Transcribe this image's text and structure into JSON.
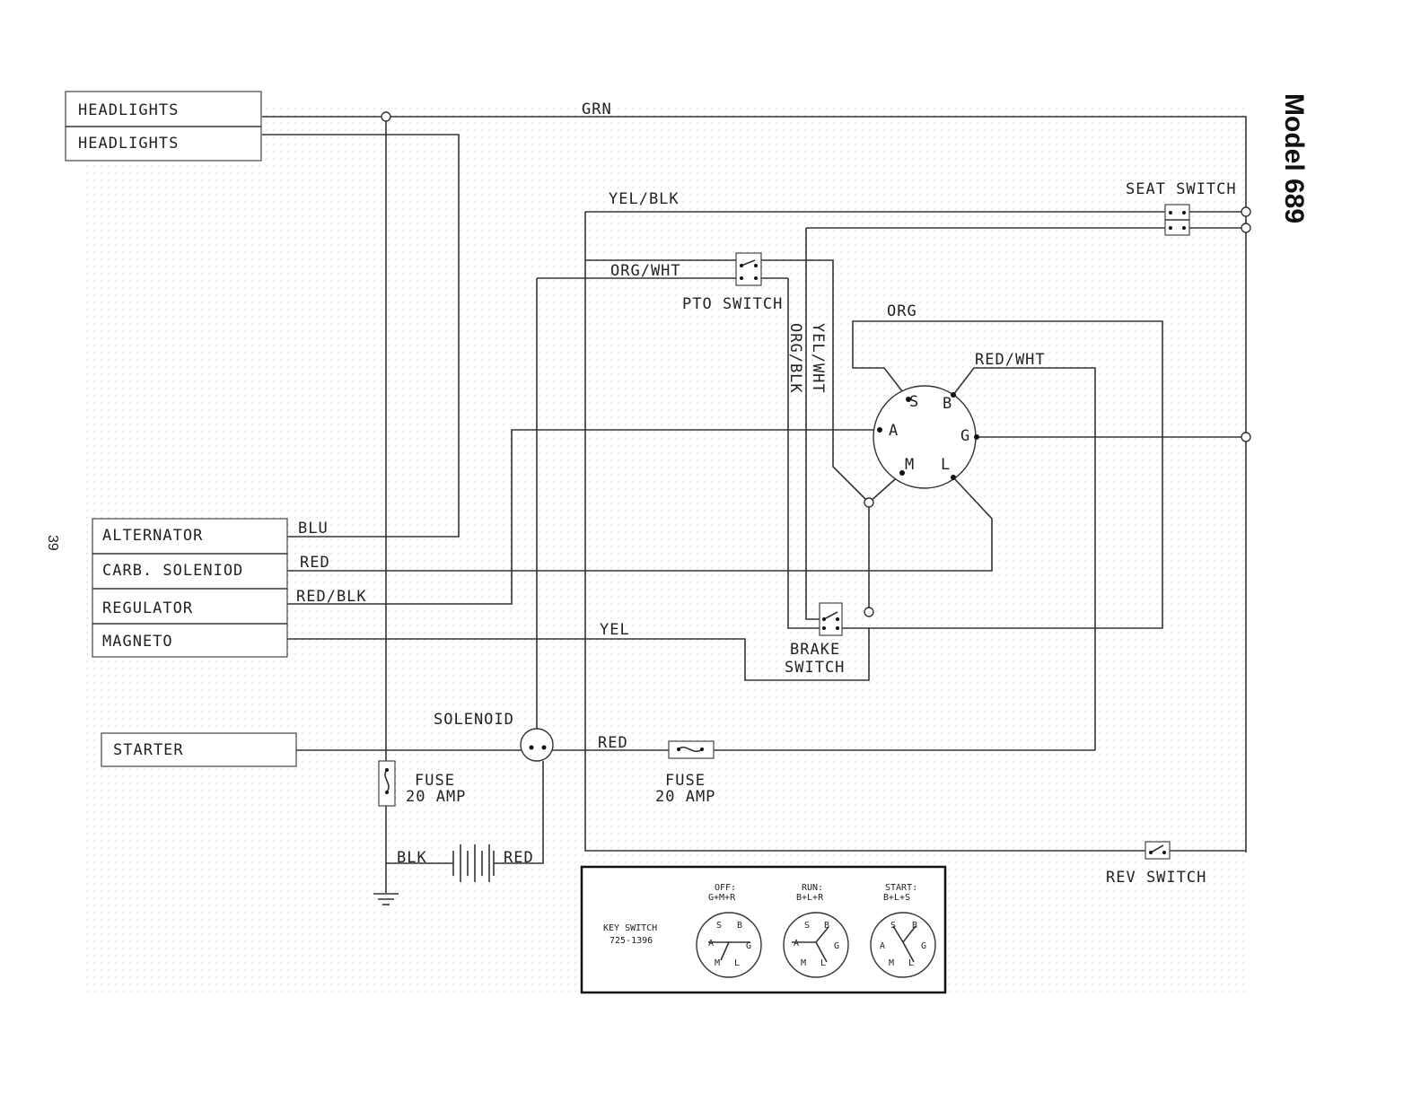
{
  "title": "Model 689",
  "page_number": "39",
  "components": {
    "headlights_1": "HEADLIGHTS",
    "headlights_2": "HEADLIGHTS",
    "alternator": "ALTERNATOR",
    "carb_solenoid": "CARB. SOLENIOD",
    "regulator": "REGULATOR",
    "magneto": "MAGNETO",
    "starter": "STARTER",
    "solenoid": "SOLENOID",
    "seat_switch": "SEAT SWITCH",
    "pto_switch": "PTO SWITCH",
    "brake_switch_line1": "BRAKE",
    "brake_switch_line2": "SWITCH",
    "rev_switch": "REV SWITCH",
    "fuse_left_line1": "FUSE",
    "fuse_left_line2": "20 AMP",
    "fuse_right_line1": "FUSE",
    "fuse_right_line2": "20 AMP"
  },
  "wires": {
    "grn": "GRN",
    "yel_blk": "YEL/BLK",
    "org_wht": "ORG/WHT",
    "org": "ORG",
    "red_wht": "RED/WHT",
    "org_blk": "ORG/BLK",
    "yel_wht": "YEL/WHT",
    "blu": "BLU",
    "red_carb": "RED",
    "red_blk": "RED/BLK",
    "yel": "YEL",
    "red_main": "RED",
    "blk": "BLK",
    "red_batt": "RED"
  },
  "ignition_terminals": {
    "s": "S",
    "b": "B",
    "a": "A",
    "g": "G",
    "m": "M",
    "l": "L"
  },
  "key_switch": {
    "label_line1": "KEY SWITCH",
    "label_line2": "725-1396",
    "off_line1": "OFF:",
    "off_line2": "G+M+R",
    "run_line1": "RUN:",
    "run_line2": "B+L+R",
    "start_line1": "START:",
    "start_line2": "B+L+S"
  }
}
